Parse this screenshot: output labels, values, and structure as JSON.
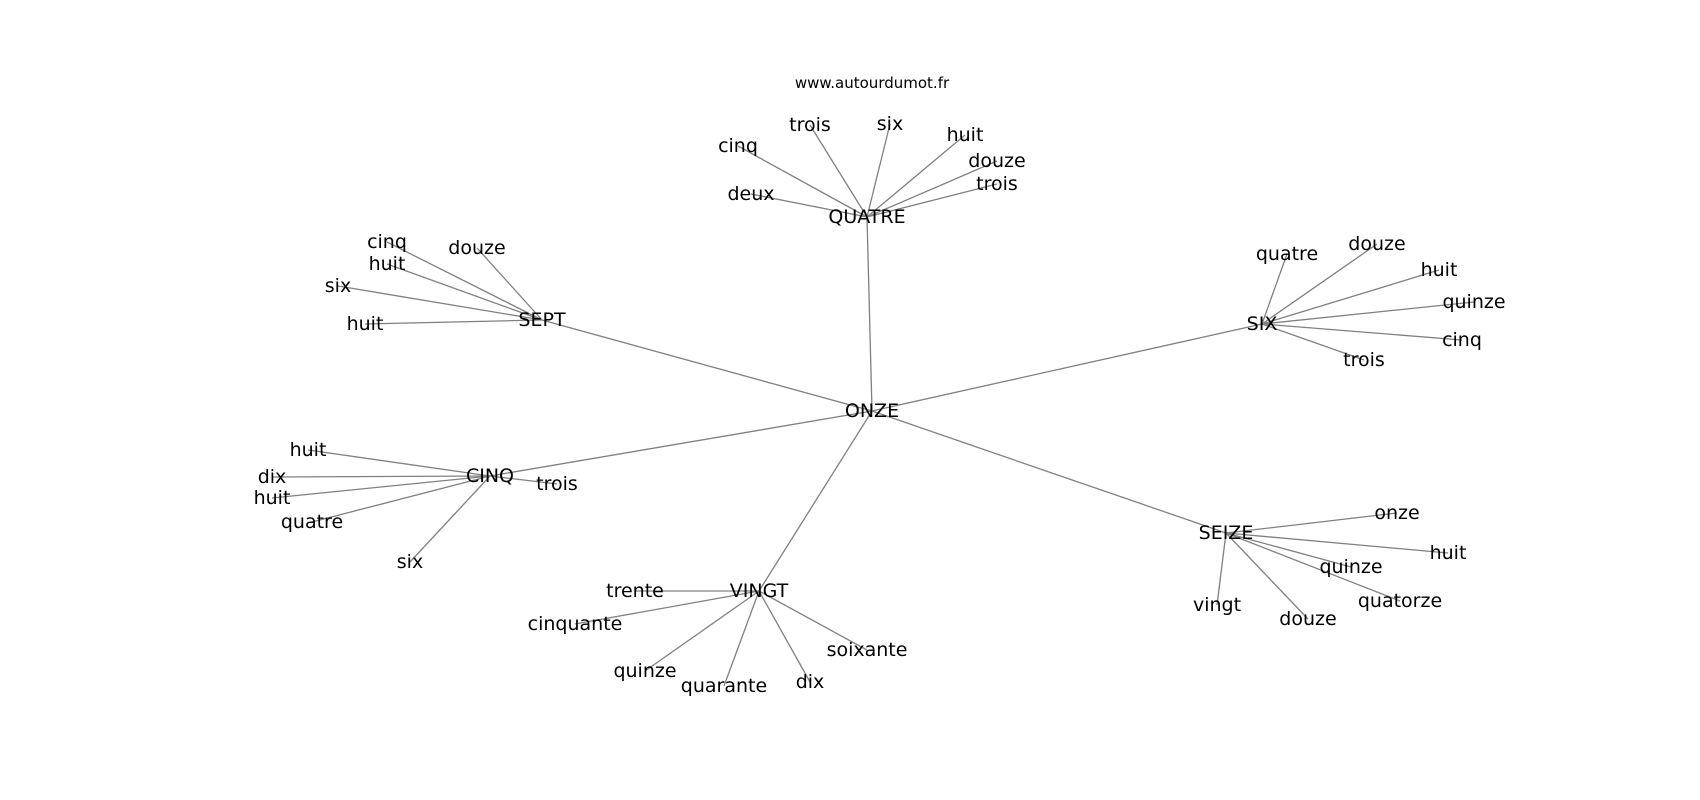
{
  "source": "www.autourdumot.fr",
  "root": {
    "label": "ONZE",
    "children": [
      {
        "label": "QUATRE",
        "children": [
          "cinq",
          "trois",
          "six",
          "huit",
          "douze",
          "trois",
          "deux"
        ]
      },
      {
        "label": "SEPT",
        "children": [
          "cinq",
          "huit",
          "douze",
          "six",
          "huit"
        ]
      },
      {
        "label": "SIX",
        "children": [
          "quatre",
          "douze",
          "huit",
          "quinze",
          "cinq",
          "trois"
        ]
      },
      {
        "label": "CINQ",
        "children": [
          "huit",
          "dix",
          "huit",
          "quatre",
          "six",
          "trois"
        ]
      },
      {
        "label": "VINGT",
        "children": [
          "trente",
          "cinquante",
          "quinze",
          "quarante",
          "dix",
          "soixante"
        ]
      },
      {
        "label": "SEIZE",
        "children": [
          "onze",
          "huit",
          "quinze",
          "quatorze",
          "vingt",
          "douze"
        ]
      }
    ]
  }
}
